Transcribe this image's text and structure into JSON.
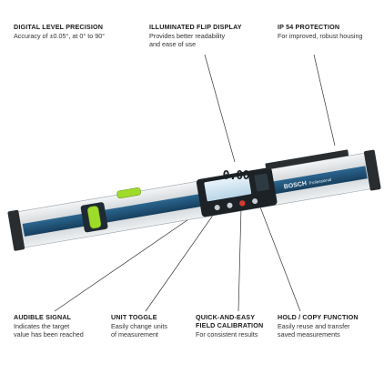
{
  "callouts": {
    "digital": {
      "title": "DIGITAL LEVEL PRECISION",
      "desc": "Accuracy of ±0.05°, at 0° to 90°"
    },
    "flip": {
      "title": "ILLUMINATED FLIP DISPLAY",
      "desc": "Provides better readability\nand ease of use"
    },
    "ip": {
      "title": "IP 54 PROTECTION",
      "desc": "For improved, robust housing"
    },
    "audible": {
      "title": "AUDIBLE SIGNAL",
      "desc": "Indicates the target\nvalue has been reached"
    },
    "unit": {
      "title": "UNIT TOGGLE",
      "desc": "Easily change units\nof measurement"
    },
    "calib": {
      "title": "QUICK-AND-EASY\nFIELD CALIBRATION",
      "desc": "For consistent results"
    },
    "hold": {
      "title": "HOLD / COPY FUNCTION",
      "desc": "Easily reuse and transfer\nsaved measurements"
    }
  },
  "device": {
    "brand": "BOSCH",
    "model": "Professional",
    "display_reading": "0.00°"
  },
  "colors": {
    "body_blue": "#1e4f73",
    "aluminum": "#d9dde0",
    "end_cap": "#2a2d30",
    "vial_green": "#9fdc2a",
    "leader_line": "#333333"
  }
}
